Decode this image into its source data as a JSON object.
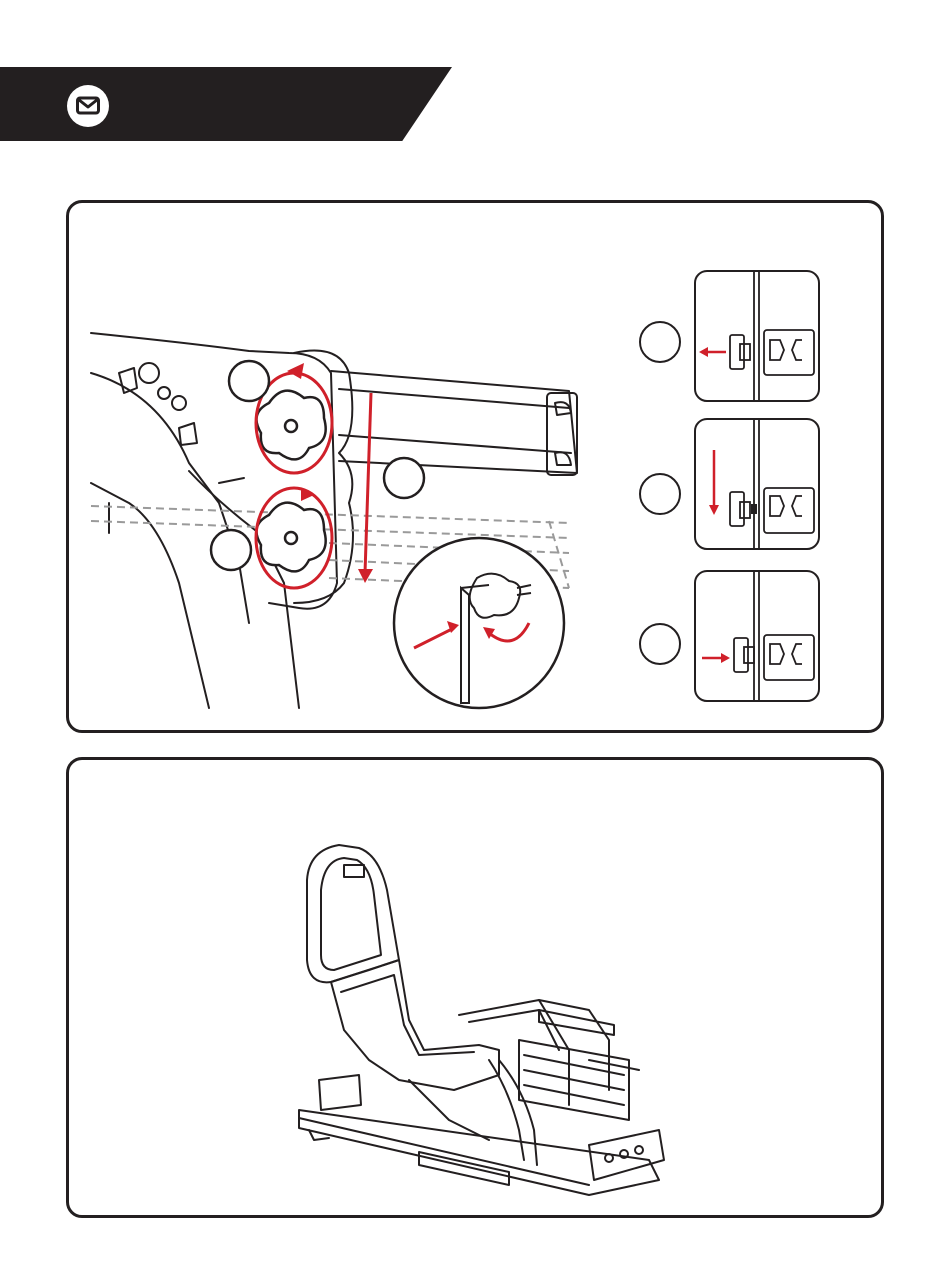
{
  "header": {
    "icon": "envelope-icon",
    "band_color": "#231f20"
  },
  "colors": {
    "line": "#231f20",
    "accent_red": "#d0202a",
    "ghost": "#9a9a9a"
  },
  "panel_1": {
    "callouts": [
      "",
      "",
      ""
    ],
    "steps": [
      {
        "arrow": "left",
        "icon": "knob-icon"
      },
      {
        "arrow": "down",
        "icon": "knob-icon"
      },
      {
        "arrow": "right",
        "icon": "knob-icon"
      }
    ]
  },
  "panel_2": {
    "illustration": "seat-cockpit-assembly"
  }
}
